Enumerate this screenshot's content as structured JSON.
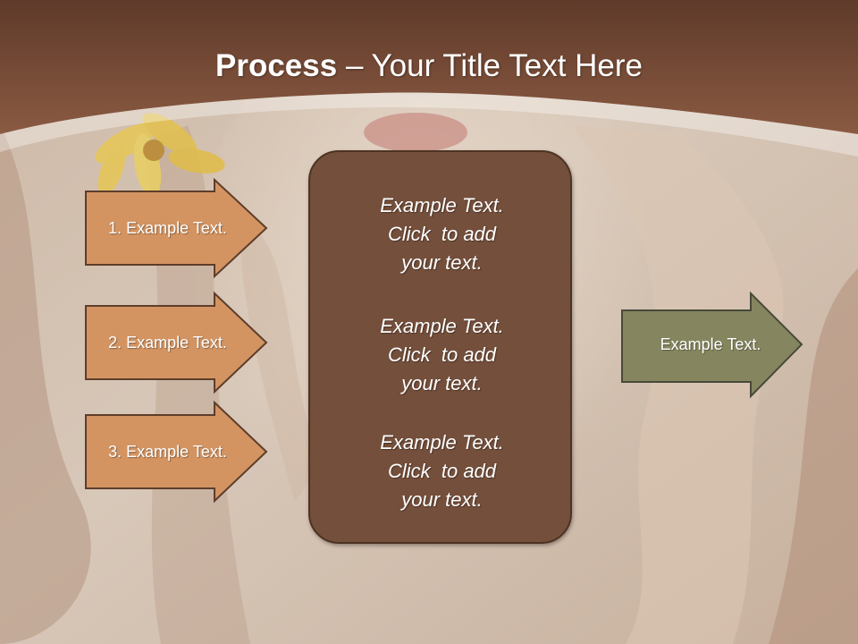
{
  "title": {
    "bold": "Process",
    "rest": " – Your Title Text Here"
  },
  "left_steps": [
    {
      "label": "1. Example Text."
    },
    {
      "label": "2. Example Text."
    },
    {
      "label": "3. Example Text."
    }
  ],
  "center_blocks": [
    {
      "line1": "Example Text.",
      "line2": "Click  to add",
      "line3": "your text."
    },
    {
      "line1": "Example Text.",
      "line2": "Click  to add",
      "line3": "your text."
    },
    {
      "line1": "Example Text.",
      "line2": "Click  to add",
      "line3": "your text."
    }
  ],
  "output_step": {
    "label": "Example Text."
  },
  "colors": {
    "header_brown": "#7a4d38",
    "step_fill": "#d39462",
    "step_border": "#5e3d2a",
    "center_fill": "#744f3b",
    "output_fill": "#85865f",
    "output_border": "#48493a"
  }
}
